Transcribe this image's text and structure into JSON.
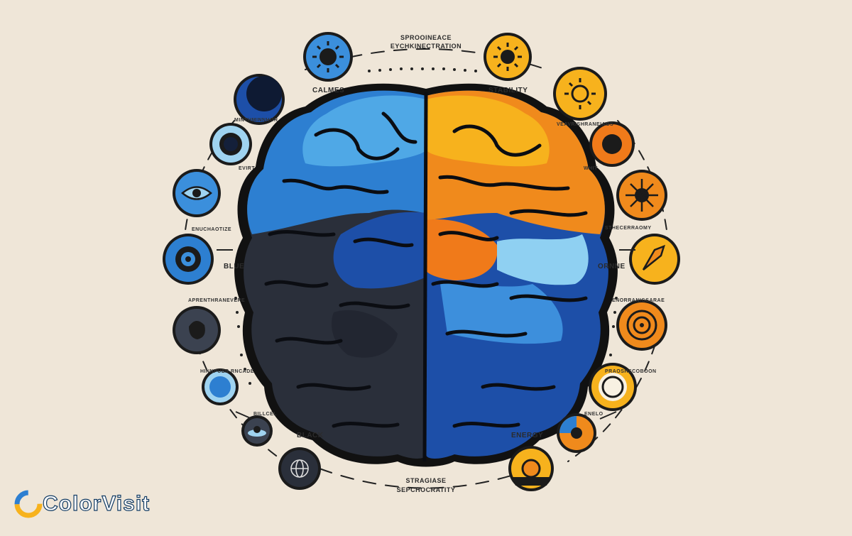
{
  "header": {
    "title_line1": "SPROOINEACE",
    "title_line2": "EYCHKINECTRATION"
  },
  "labels": {
    "calmes": "CALMES",
    "stability": "STABILITY",
    "blue": "BLUE",
    "black": "BLACK",
    "energy": "ENERGY",
    "ornge": "ORNNE"
  },
  "small_labels": {
    "left_1": "MINTHMINNHOR",
    "left_2": "EVIRT",
    "left_3": "ENUCHAOTIZE",
    "left_4": "APRENTHRANEVERE",
    "left_5": "HINNPUER RNCADE",
    "left_6": "BILLCEL",
    "right_1": "VEAVRISHRANEIAGS",
    "right_2": "WHIT",
    "right_3": "STHECERRAOMY",
    "right_4": "ENORRANIGSARAE",
    "right_5": "PRAOSHSCOBOON",
    "right_6": "ENELO"
  },
  "footer": {
    "line1": "STRAGIASE",
    "line2": "SEPCHOCRATITY"
  },
  "logo": {
    "text": "ColorVisit"
  },
  "colors": {
    "background": "#efe6d8",
    "blue_dark": "#1d4fa8",
    "blue_light": "#4fa8e6",
    "black_hemi": "#2a2f3a",
    "orange": "#f08a1c",
    "yellow": "#f7b21d"
  },
  "icons": [
    "sun-eye-icon",
    "ring-icon",
    "target-icon",
    "eye-icon",
    "sun-badge-icon",
    "blob-icon",
    "circle-icon",
    "ufo-icon",
    "globe-icon",
    "sun-icon",
    "sun-outline-icon",
    "dot-ring-icon",
    "burst-icon",
    "arrow-icon",
    "spiral-icon",
    "ring-sun-icon",
    "pie-icon",
    "gear-icon"
  ]
}
